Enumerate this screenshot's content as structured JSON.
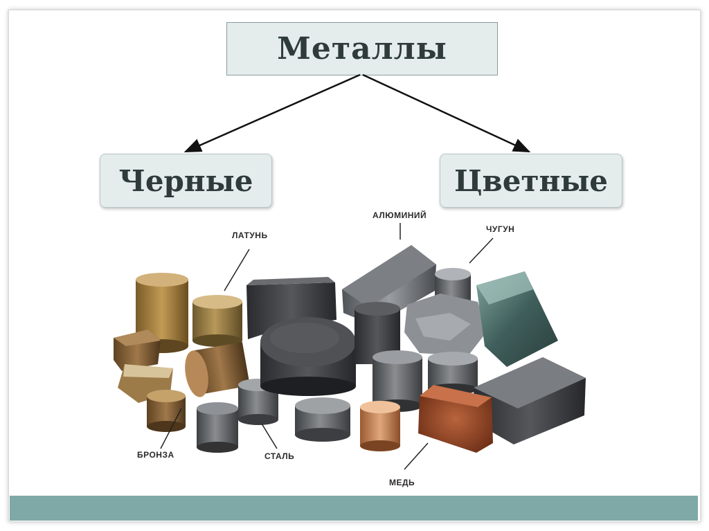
{
  "slide": {
    "title": "Металлы",
    "categories": [
      {
        "label": "Черные"
      },
      {
        "label": "Цветные"
      }
    ],
    "metal_labels": {
      "latun": "ЛАТУНЬ",
      "aluminium": "АЛЮМИНИЙ",
      "chugun": "ЧУГУН",
      "bronza": "БРОНЗА",
      "stal": "СТАЛЬ",
      "med": "МЕДЬ"
    }
  },
  "colors": {
    "box_fill": "#e4ecec",
    "box_text": "#2f3b3b",
    "footer_bar": "#7fa9a7"
  }
}
